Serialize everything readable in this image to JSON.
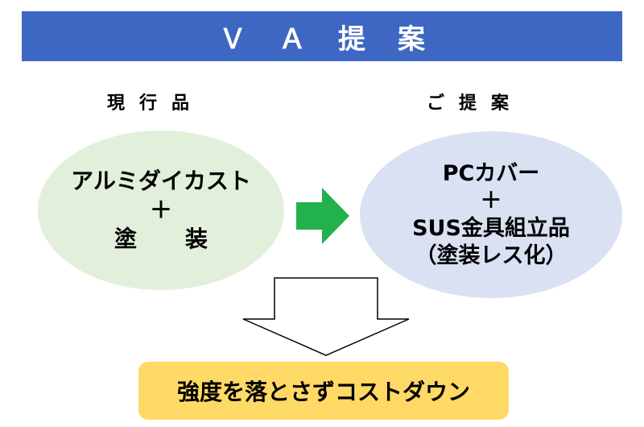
{
  "header": {
    "title": "ＶＡ提案"
  },
  "current": {
    "label": "現行品",
    "lines": [
      "アルミダイカスト",
      "＋",
      "塗装"
    ]
  },
  "proposal": {
    "label": "ご提案",
    "lines": [
      "PCカバー",
      "＋",
      "SUS金具組立品",
      "（塗装レス化）"
    ]
  },
  "result": {
    "text": "強度を落とさずコストダウン"
  },
  "colors": {
    "title_bar": "#3e66c3",
    "current_ellipse": "#e2efda",
    "proposal_ellipse": "#d9e1f2",
    "green_arrow": "#22b14c",
    "result_box": "#ffd966"
  },
  "icons": {
    "transition_arrow": "right-arrow-icon",
    "conclusion_arrow": "down-arrow-icon"
  }
}
